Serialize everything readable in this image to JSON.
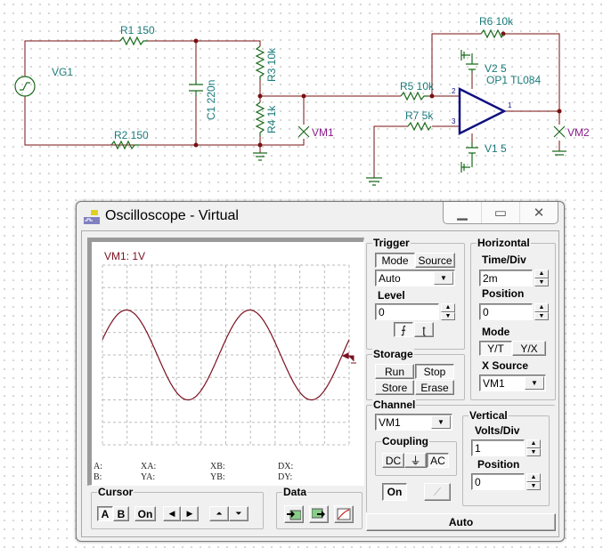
{
  "schematic": {
    "labels": {
      "vg1": "VG1",
      "r1": "R1 150",
      "r2": "R2 150",
      "c1": "C1 220n",
      "r3": "R3 10k",
      "r4": "R4 1k",
      "vm1": "VM1",
      "r5": "R5 10k",
      "r6": "R6 10k",
      "r7": "R7 5k",
      "v2": "V2 5",
      "op1": "OP1 TL084",
      "v1": "V1 5",
      "vm2": "VM2",
      "pin1": "1",
      "pin2": "2",
      "pin3": "3"
    },
    "colors": {
      "wire": "#7a1010",
      "component": "#1a6a1a",
      "opamp": "#101080",
      "label": "#1a7a7a",
      "meter": "#8a1a8a"
    }
  },
  "window": {
    "title": "Oscilloscope - Virtual",
    "minimize": "minimize",
    "maximize": "maximize",
    "close": "close"
  },
  "screen": {
    "channel_label": "VM1: 1V",
    "trace_color": "#7a1020",
    "readouts": {
      "a": "A:",
      "b": "B:",
      "xa": "XA:",
      "ya": "YA:",
      "xb": "XB:",
      "yb": "YB:",
      "dx": "DX:",
      "dy": "DY:"
    }
  },
  "chart_data": {
    "type": "line",
    "title": "VM1: 1V",
    "x_divisions": 10,
    "y_divisions": 8,
    "time_per_div_ms": 2,
    "volts_per_div": 1,
    "series": [
      {
        "name": "VM1",
        "waveform": "sine",
        "amplitude_v": 2,
        "period_ms": 10,
        "offset_v": 0,
        "phase_deg": 20
      }
    ]
  },
  "trigger": {
    "title": "Trigger",
    "mode_btn": "Mode",
    "source_btn": "Source",
    "mode_value": "Auto",
    "level_label": "Level",
    "level_value": "0"
  },
  "horizontal": {
    "title": "Horizontal",
    "time_div_label": "Time/Div",
    "time_div_value": "2m",
    "position_label": "Position",
    "position_value": "0",
    "mode_label": "Mode",
    "yt": "Y/T",
    "yx": "Y/X",
    "xsource_label": "X Source",
    "xsource_value": "VM1"
  },
  "storage": {
    "title": "Storage",
    "run": "Run",
    "stop": "Stop",
    "store": "Store",
    "erase": "Erase"
  },
  "channel": {
    "title": "Channel",
    "value": "VM1",
    "coupling_title": "Coupling",
    "dc": "DC",
    "gnd": "⏚",
    "ac": "AC",
    "on": "On"
  },
  "vertical": {
    "title": "Vertical",
    "volts_div_label": "Volts/Div",
    "volts_div_value": "1",
    "position_label": "Position",
    "position_value": "0"
  },
  "cursor": {
    "title": "Cursor",
    "a": "A",
    "b": "B",
    "on": "On",
    "left": "◀",
    "right": "▶",
    "up": "⏶",
    "down": "⏷"
  },
  "data": {
    "title": "Data"
  },
  "auto_button": "Auto"
}
